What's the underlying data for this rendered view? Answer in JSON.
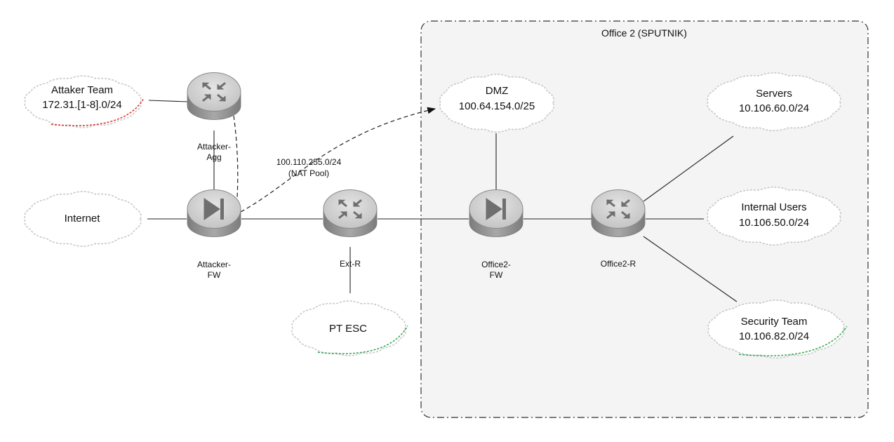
{
  "office": {
    "title": "Office 2 (SPUTNIK)"
  },
  "clouds": {
    "attacker_team": {
      "name": "Attaker Team",
      "subnet": "172.31.[1-8].0/24"
    },
    "internet": {
      "name": "Internet"
    },
    "pt_esc": {
      "name": "PT ESC"
    },
    "dmz": {
      "name": "DMZ",
      "subnet": "100.64.154.0/25"
    },
    "servers": {
      "name": "Servers",
      "subnet": "10.106.60.0/24"
    },
    "internal_users": {
      "name": "Internal Users",
      "subnet": "10.106.50.0/24"
    },
    "security_team": {
      "name": "Security Team",
      "subnet": "10.106.82.0/24"
    }
  },
  "devices": {
    "attacker_agg": {
      "line1": "Attacker-",
      "line2": "Agg",
      "kind": "router"
    },
    "attacker_fw": {
      "line1": "Attacker-",
      "line2": "FW",
      "kind": "firewall"
    },
    "ext_r": {
      "line1": "Ext-R",
      "kind": "router"
    },
    "office2_fw": {
      "line1": "Office2-",
      "line2": "FW",
      "kind": "firewall"
    },
    "office2_r": {
      "line1": "Office2-R",
      "kind": "router"
    }
  },
  "nat": {
    "line1": "100.110.255.0/24",
    "line2": "(NAT Pool)"
  },
  "colors": {
    "cloud_border": "#c8c8c8",
    "attacker_accent": "#d63a3a",
    "esc_accent": "#3aa85a",
    "device_body": "#9a9a9a",
    "device_top": "#d6d6d6",
    "line": "#222222"
  }
}
